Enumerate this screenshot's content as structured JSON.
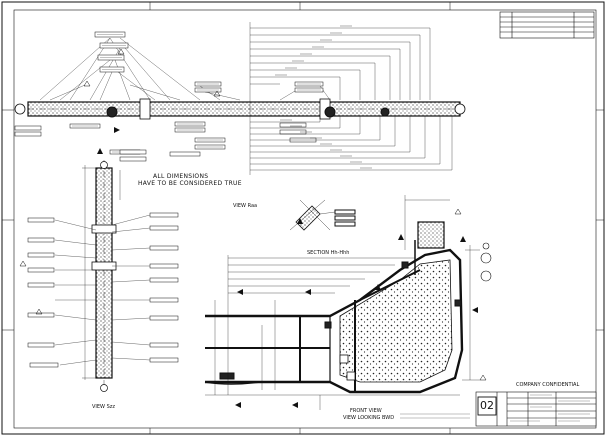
{
  "drawing": {
    "note_dimensions": [
      "ALL DIMENSIONS",
      "HAVE TO BE CONSIDERED TRUE"
    ],
    "views": {
      "top_view": "VIEW Raa",
      "section": "SECTION Hh-Hhh",
      "side_view": "VIEW Szz",
      "front_view": [
        "FRONT VIEW",
        "VIEW LOOKING BWD"
      ]
    },
    "confidential": "COMPANY CONFIDENTIAL",
    "sheet_number": "02",
    "colors": {
      "line": "#111111",
      "paper": "#ffffff",
      "hatch": "#555555"
    }
  }
}
